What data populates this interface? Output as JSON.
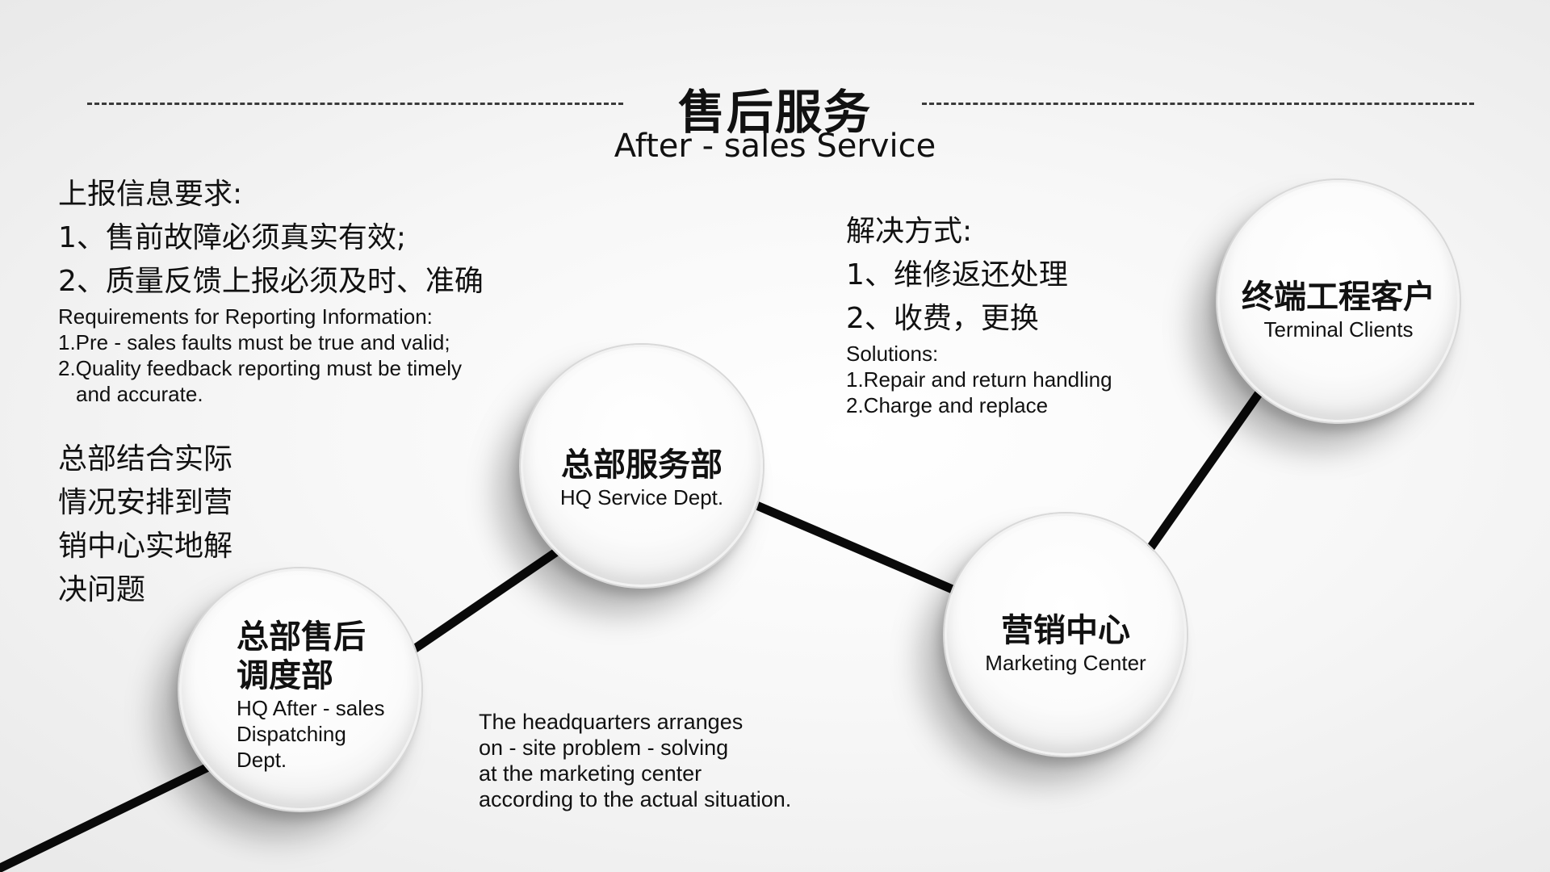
{
  "header": {
    "title_cn": "售后服务",
    "title_en": "After - sales Service"
  },
  "requirements": {
    "cn_lines": [
      "上报信息要求:",
      "1、售前故障必须真实有效;",
      "2、质量反馈上报必须及时、准确"
    ],
    "en_lines": [
      "Requirements for Reporting Information:",
      "1.Pre - sales faults must be true and valid;",
      "2.Quality feedback reporting must be timely",
      "and accurate."
    ]
  },
  "hq_note_cn": [
    "总部结合实际",
    "情况安排到营",
    "销中心实地解",
    "决问题"
  ],
  "hq_note_en": [
    "The headquarters arranges",
    "on - site problem - solving",
    "at the marketing center",
    "according to the actual situation."
  ],
  "solutions": {
    "cn_lines": [
      "解决方式:",
      "1、维修返还处理",
      "2、收费，更换"
    ],
    "en_lines": [
      "Solutions:",
      "1.Repair and return handling",
      "2.Charge and replace"
    ]
  },
  "nodes": {
    "dispatch": {
      "cn_lines": [
        "总部售后",
        "调度部"
      ],
      "en_lines": [
        "HQ After - sales",
        "Dispatching",
        "Dept."
      ]
    },
    "hq_service": {
      "cn": "总部服务部",
      "en": "HQ Service Dept."
    },
    "marketing": {
      "cn": "营销中心",
      "en": "Marketing Center"
    },
    "terminal": {
      "cn": "终端工程客户",
      "en": "Terminal Clients"
    }
  },
  "colors": {
    "connector": "#0a0a0a",
    "dashed_rule": "#3a3a3a",
    "node_face": "#fbfbfb"
  }
}
